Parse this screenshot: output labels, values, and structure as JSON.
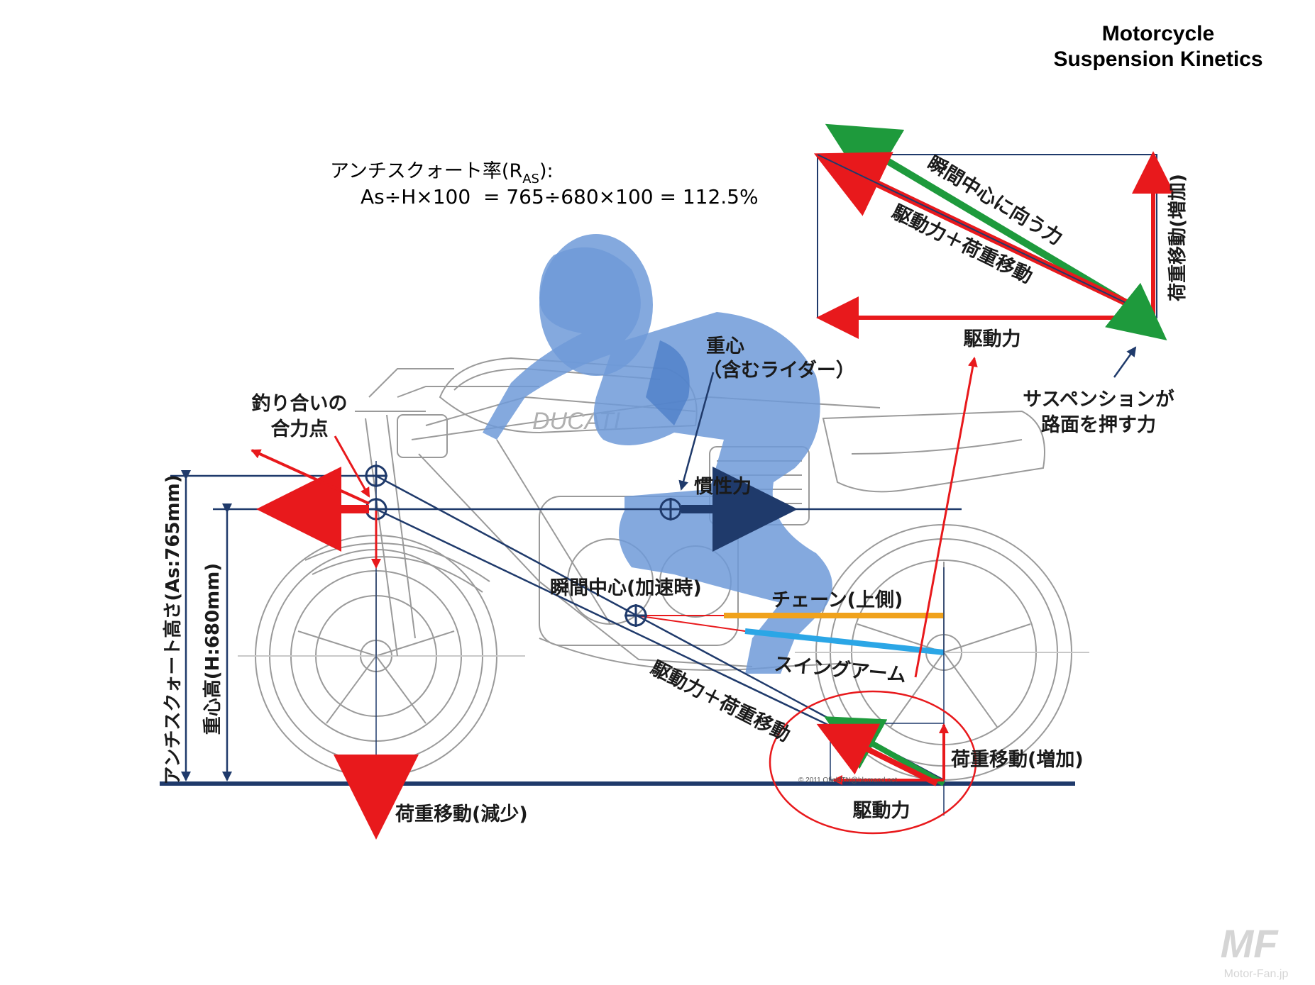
{
  "title": {
    "line1": "Motorcycle",
    "line2": "Suspension Kinetics"
  },
  "formula": {
    "label": "アンチスクォート率(R",
    "label_sub": "AS",
    "label_end": "):",
    "expression": "As÷H×100  = 765÷680×100 = 112.5%"
  },
  "labels": {
    "cog_line1": "重心",
    "cog_line2": "（含むライダー）",
    "balance_line1": "釣り合いの",
    "balance_line2": "合力点",
    "inertia": "慣性力",
    "instant_center": "瞬間中心(加速時)",
    "chain": "チェーン(上側)",
    "swingarm": "スイングアーム",
    "drive_plus_load": "駆動力＋荷重移動",
    "load_decrease": "荷重移動(減少)",
    "load_increase": "荷重移動(増加)",
    "drive_force_bottom": "駆動力",
    "antisquat_height": "アンチスクォート高さ(As:765mm)",
    "cog_height": "重心高(H:680mm)",
    "suspension_push_line1": "サスペンションが",
    "suspension_push_line2": "路面を押す力"
  },
  "vector_inset": {
    "toward_ic": "瞬間中心に向う力",
    "drive_plus_load": "駆動力＋荷重移動",
    "load_increase": "荷重移動(増加)",
    "drive_force": "駆動力"
  },
  "credit": "© 2011 OfieldTN@blomand.net",
  "watermark": {
    "logo": "MF",
    "site": "Motor-Fan.jp"
  },
  "colors": {
    "red": "#e8191c",
    "green": "#1e9a3c",
    "navy": "#1f3a6b",
    "rider": "#6f9ad8",
    "chain": "#f0a21c",
    "swingarm": "#2ba6e6",
    "bike_line": "#9a9a9a"
  }
}
